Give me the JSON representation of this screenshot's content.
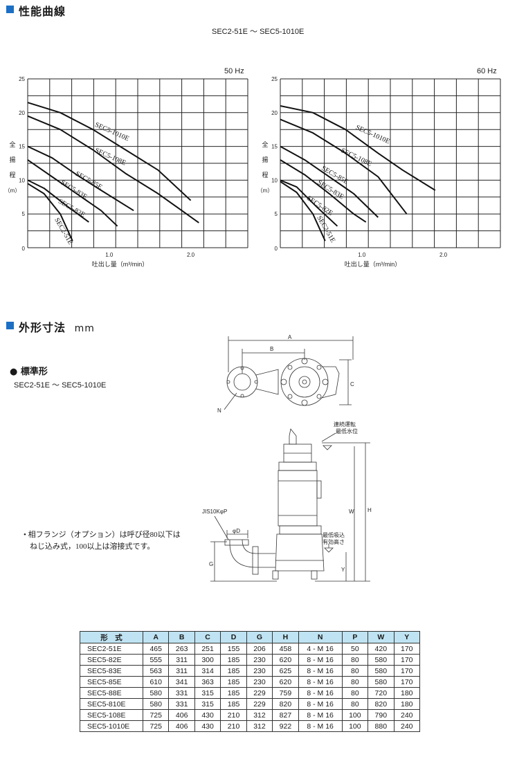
{
  "sections": {
    "performance_title": "性能曲線",
    "dimensions_title": "外形寸法",
    "dimensions_unit": "mm"
  },
  "model_range": "SEC2-51E ～ SEC5-1010E",
  "standard": {
    "title": "標準形",
    "range": "SEC2-51E ～ SEC5-1010E"
  },
  "note": {
    "line1": "相フランジ（オプション）は呼び径80以下は",
    "line2": "ねじ込み式，100以上は溶接式です。"
  },
  "chart_data": [
    {
      "type": "line",
      "title": "50 Hz",
      "ylabel": [
        "全",
        "揚",
        "程",
        "（m）"
      ],
      "xlabel": "吐出し量（m³/min）",
      "xlim": [
        0,
        2.7
      ],
      "ylim": [
        0,
        25
      ],
      "x_ticks": [
        "0",
        "1.0",
        "2.0"
      ],
      "y_ticks": [
        "5",
        "10",
        "15",
        "20",
        "25"
      ],
      "grid": true,
      "series": [
        {
          "name": "SEC5-1010E",
          "label_at": [
            0.82,
            18.0
          ],
          "label_angle": 24,
          "x": [
            0,
            0.4,
            0.8,
            1.2,
            1.6,
            2.0
          ],
          "y": [
            21.5,
            20.0,
            17.5,
            14.5,
            11.5,
            7.0
          ]
        },
        {
          "name": "SEC5-108E",
          "label_at": [
            0.82,
            14.2
          ],
          "label_angle": 24,
          "x": [
            0,
            0.4,
            0.8,
            1.2,
            1.6,
            2.1
          ],
          "y": [
            19.5,
            17.5,
            14.5,
            11.0,
            8.0,
            3.7
          ]
        },
        {
          "name": "SEC5-85E",
          "label_at": [
            0.58,
            10.8
          ],
          "label_angle": 30,
          "x": [
            0,
            0.3,
            0.6,
            0.9,
            1.3
          ],
          "y": [
            15.0,
            13.3,
            10.8,
            8.5,
            5.5
          ]
        },
        {
          "name": "SEC5-83E",
          "label_at": [
            0.4,
            9.5
          ],
          "label_angle": 32,
          "x": [
            0,
            0.3,
            0.6,
            0.9,
            1.1
          ],
          "y": [
            13.0,
            10.5,
            8.0,
            5.5,
            3.2
          ]
        },
        {
          "name": "SEC5-82E",
          "label_at": [
            0.37,
            6.7
          ],
          "label_angle": 30,
          "x": [
            0,
            0.2,
            0.5,
            0.75
          ],
          "y": [
            10.0,
            8.8,
            6.0,
            3.8
          ]
        },
        {
          "name": "SEC2-51E",
          "label_at": [
            0.33,
            4.2
          ],
          "label_angle": 60,
          "x": [
            0,
            0.2,
            0.4,
            0.55
          ],
          "y": [
            9.5,
            8.0,
            5.0,
            1.0
          ]
        }
      ]
    },
    {
      "type": "line",
      "title": "60 Hz",
      "ylabel": [
        "全",
        "揚",
        "程",
        "（m）"
      ],
      "xlabel": "吐出し量（m³/min）",
      "xlim": [
        0,
        2.7
      ],
      "ylim": [
        0,
        25
      ],
      "x_ticks": [
        "0",
        "1.0",
        "2.0"
      ],
      "y_ticks": [
        "5",
        "10",
        "15",
        "20",
        "25"
      ],
      "grid": true,
      "series": [
        {
          "name": "SEC5-1010E",
          "label_at": [
            0.92,
            17.6
          ],
          "label_angle": 24,
          "x": [
            0,
            0.4,
            0.8,
            1.2,
            1.5,
            1.9
          ],
          "y": [
            21.0,
            20.0,
            17.5,
            14.0,
            11.5,
            8.5
          ]
        },
        {
          "name": "SEC5-108E",
          "label_at": [
            0.74,
            14.2
          ],
          "label_angle": 26,
          "x": [
            0,
            0.4,
            0.8,
            1.2,
            1.55
          ],
          "y": [
            19.0,
            17.0,
            14.0,
            10.5,
            5.0
          ]
        },
        {
          "name": "SEC5-85E",
          "label_at": [
            0.5,
            11.6
          ],
          "label_angle": 30,
          "x": [
            0,
            0.3,
            0.6,
            0.9,
            1.2
          ],
          "y": [
            15.0,
            13.0,
            10.5,
            8.0,
            4.5
          ]
        },
        {
          "name": "SEC5-83E",
          "label_at": [
            0.45,
            9.5
          ],
          "label_angle": 32,
          "x": [
            0,
            0.3,
            0.6,
            0.9,
            1.05
          ],
          "y": [
            13.0,
            10.8,
            8.0,
            5.0,
            3.8
          ]
        },
        {
          "name": "SEC5-82E",
          "label_at": [
            0.32,
            7.2
          ],
          "label_angle": 34,
          "x": [
            0,
            0.2,
            0.45,
            0.7
          ],
          "y": [
            10.0,
            9.0,
            6.0,
            3.2
          ]
        },
        {
          "name": "SEC2-51E",
          "label_at": [
            0.45,
            4.5
          ],
          "label_angle": 60,
          "x": [
            0,
            0.2,
            0.4,
            0.55
          ],
          "y": [
            9.8,
            8.2,
            5.0,
            1.0
          ]
        }
      ]
    }
  ],
  "drawing": {
    "dim_letters": {
      "A": "A",
      "B": "B",
      "C": "C",
      "N": "N",
      "H": "H",
      "W": "W",
      "G": "G",
      "Y": "Y",
      "D": "φD",
      "P": "JIS10KφP"
    },
    "water_level_1": "連続運転",
    "water_level_2": "最低水位",
    "suction_1": "最低吸込",
    "suction_2": "有効高さ"
  },
  "table": {
    "headers": [
      "形　式",
      "A",
      "B",
      "C",
      "D",
      "G",
      "H",
      "N",
      "P",
      "W",
      "Y"
    ],
    "rows": [
      [
        "SEC2-51E",
        "465",
        "263",
        "251",
        "155",
        "206",
        "458",
        "4 - M 16",
        "50",
        "420",
        "170"
      ],
      [
        "SEC5-82E",
        "555",
        "311",
        "300",
        "185",
        "230",
        "620",
        "8 - M 16",
        "80",
        "580",
        "170"
      ],
      [
        "SEC5-83E",
        "563",
        "311",
        "314",
        "185",
        "230",
        "625",
        "8 - M 16",
        "80",
        "580",
        "170"
      ],
      [
        "SEC5-85E",
        "610",
        "341",
        "363",
        "185",
        "230",
        "620",
        "8 - M 16",
        "80",
        "580",
        "170"
      ],
      [
        "SEC5-88E",
        "580",
        "331",
        "315",
        "185",
        "229",
        "759",
        "8 - M 16",
        "80",
        "720",
        "180"
      ],
      [
        "SEC5-810E",
        "580",
        "331",
        "315",
        "185",
        "229",
        "820",
        "8 - M 16",
        "80",
        "820",
        "180"
      ],
      [
        "SEC5-108E",
        "725",
        "406",
        "430",
        "210",
        "312",
        "827",
        "8 - M 16",
        "100",
        "790",
        "240"
      ],
      [
        "SEC5-1010E",
        "725",
        "406",
        "430",
        "210",
        "312",
        "922",
        "8 - M 16",
        "100",
        "880",
        "240"
      ]
    ]
  }
}
